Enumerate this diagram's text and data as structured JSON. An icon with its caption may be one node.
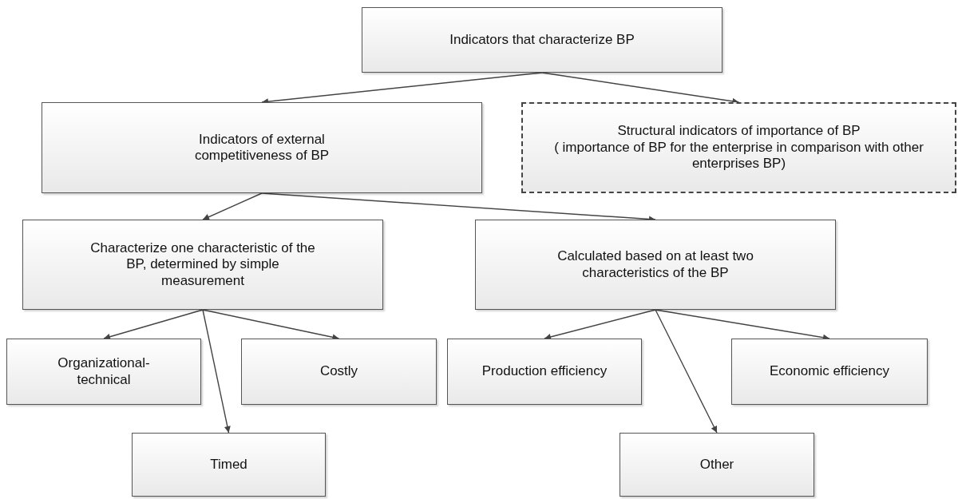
{
  "diagram": {
    "nodes": [
      {
        "text": [
          "Indicators that characterize BP"
        ]
      },
      {
        "text": [
          "Indicators of external competitiveness of BP"
        ]
      },
      {
        "text": [
          "Structural indicators of importance of BP",
          "( importance of BP for the enterprise in comparison with other enterprises BP)"
        ]
      },
      {
        "text": [
          "Characterize one characteristic of the BP, determined by simple measurement"
        ]
      },
      {
        "text": [
          "Calculated based on at least two characteristics of the BP"
        ]
      },
      {
        "text": [
          "Organizational-technical"
        ]
      },
      {
        "text": [
          "Costly"
        ]
      },
      {
        "text": [
          "Production efficiency"
        ]
      },
      {
        "text": [
          "Economic efficiency"
        ]
      },
      {
        "text": [
          "Timed"
        ]
      },
      {
        "text": [
          "Other"
        ]
      }
    ],
    "edges": [
      {
        "from": 0,
        "to": 1,
        "arrow": "to"
      },
      {
        "from": 0,
        "to": 2,
        "arrow": "to"
      },
      {
        "from": 1,
        "to": 3,
        "arrow": "to"
      },
      {
        "from": 1,
        "to": 4,
        "arrow": "to"
      },
      {
        "from": 3,
        "to": 5,
        "arrow": "to"
      },
      {
        "from": 3,
        "to": 9,
        "arrow": "to"
      },
      {
        "from": 3,
        "to": 6,
        "arrow": "to"
      },
      {
        "from": 4,
        "to": 7,
        "arrow": "to"
      },
      {
        "from": 4,
        "to": 10,
        "arrow": "to"
      },
      {
        "from": 4,
        "to": 8,
        "arrow": "to"
      }
    ]
  }
}
